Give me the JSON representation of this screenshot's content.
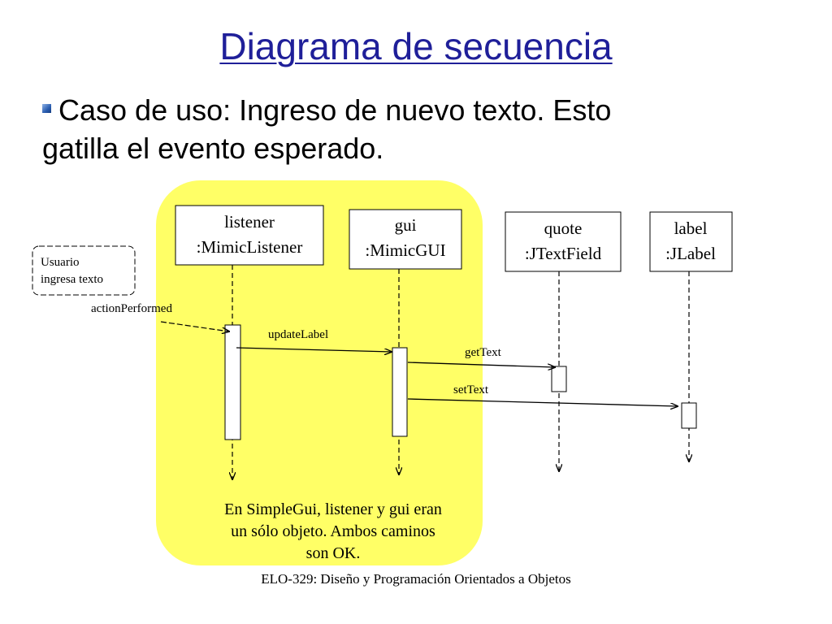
{
  "slide": {
    "title": "Diagrama de secuencia",
    "bullet_line1": "Caso de uso:  Ingreso de nuevo texto. Esto",
    "bullet_line2": "gatilla el evento esperado.",
    "footer": "ELO-329: Diseño y Programación Orientados a Objetos"
  },
  "colors": {
    "title": "#1f1f99",
    "highlight": "#ffff66",
    "bullet": "#2a5db0"
  },
  "diagram": {
    "actor_note": [
      "Usuario",
      "ingresa texto"
    ],
    "objects": [
      {
        "line1": "listener",
        "line2": ":MimicListener"
      },
      {
        "line1": "gui",
        "line2": ":MimicGUI"
      },
      {
        "line1": "quote",
        "line2": ":JTextField"
      },
      {
        "line1": "label",
        "line2": ":JLabel"
      }
    ],
    "messages": [
      "actionPerformed",
      "updateLabel",
      "getText",
      "setText"
    ],
    "note": [
      "En SimpleGui, listener y gui eran",
      "un sólo objeto. Ambos caminos",
      "son OK."
    ]
  }
}
